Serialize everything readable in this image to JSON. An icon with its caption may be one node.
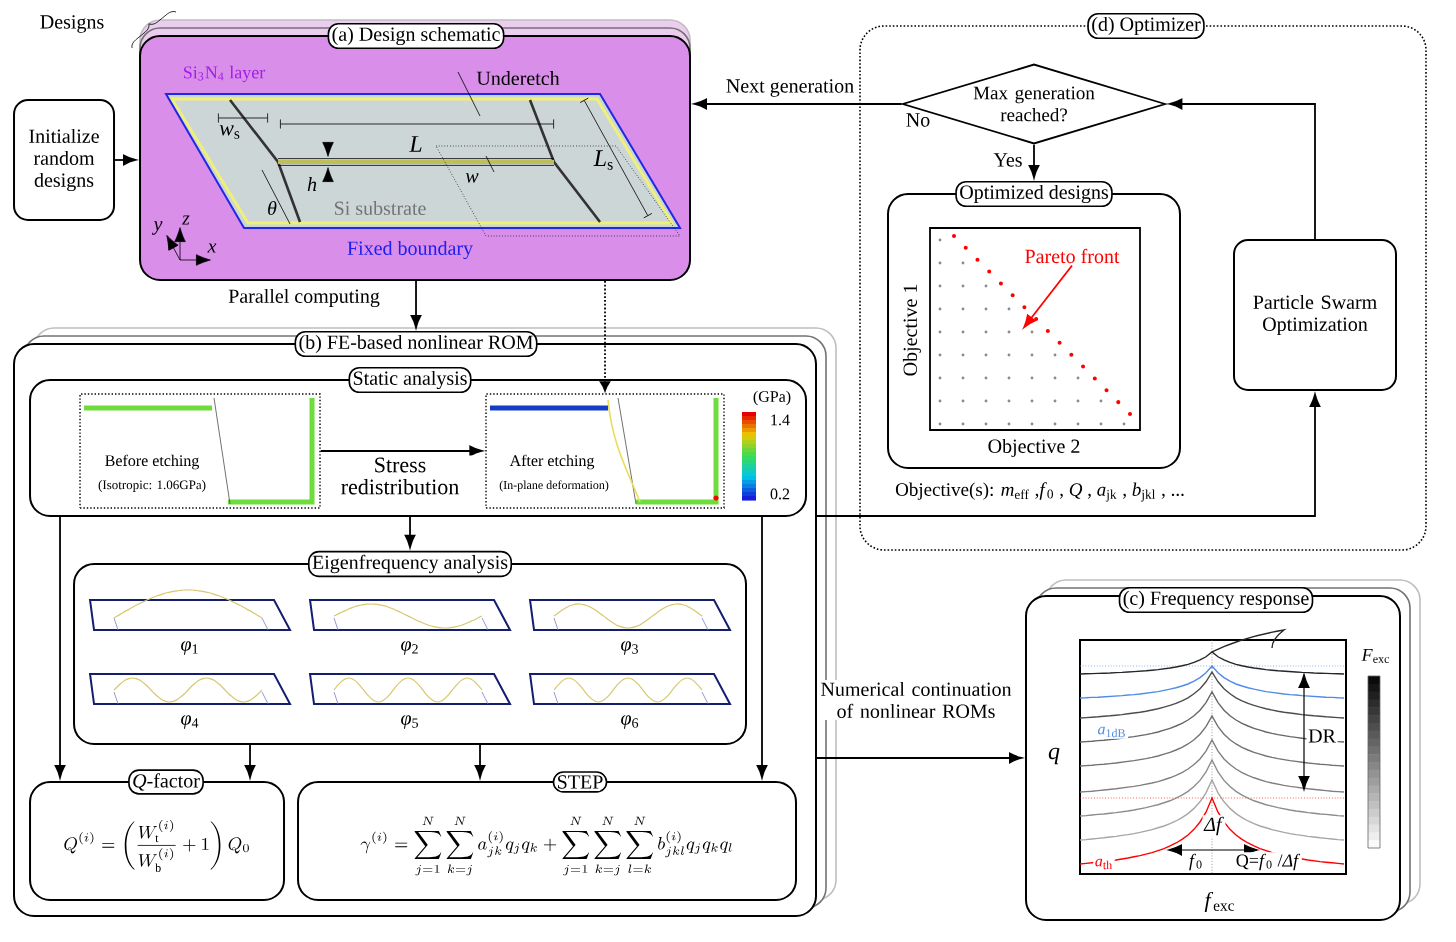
{
  "diagram": {
    "nodes": [
      {
        "text": [
          "(a) Design schematic"
        ]
      },
      {
        "text": [
          "Initialize random designs"
        ]
      },
      {
        "text": [
          "(d) Optimizer"
        ]
      },
      {
        "text": [
          "Max generation reached?"
        ],
        "in": 2
      },
      {
        "text": [
          "Optimized designs",
          "Objective 1",
          "Objective 2"
        ],
        "in": 2
      },
      {
        "text": [
          "Pareto front"
        ],
        "in": 4
      },
      {
        "text": [
          "Particle Swarm Optimization"
        ],
        "in": 2
      },
      {
        "text": [
          "(b) FE-based nonlinear ROM"
        ]
      },
      {
        "text": [
          "Static analysis"
        ],
        "in": 7
      },
      {
        "text": [
          "Before etching",
          "(Isotropic: 1.06GPa)"
        ],
        "in": 8
      },
      {
        "text": [
          "After etching",
          "(In-plane deformation)"
        ],
        "in": 8
      },
      {
        "text": [
          "Eigenfrequency analysis"
        ],
        "in": 7
      },
      {
        "text": [
          "*φ*$_{1}$"
        ],
        "in": 11
      },
      {
        "text": [
          "*φ*$_{2}$"
        ],
        "in": 11
      },
      {
        "text": [
          "*φ*$_{3}$"
        ],
        "in": 11
      },
      {
        "text": [
          "*φ*$_{4}$"
        ],
        "in": 11
      },
      {
        "text": [
          "*φ*$_{5}$"
        ],
        "in": 11
      },
      {
        "text": [
          "*φ*$_{6}$"
        ],
        "in": 11
      },
      {
        "text": [
          "*Q*-factor",
          "Q^{(i)}=\\left(\\frac{W_{\\mathrm{t}}^{(i)}}{W_{\\mathrm{b}}^{(i)}}+1\\right)Q_0"
        ],
        "in": 7
      },
      {
        "text": [
          "STEP",
          "\\gamma^{(i)}=\\sum_{j=1}^{N}\\sum_{k=j}^{N}a_{jk}^{(i)}q_jq_k+\\sum_{j=1}^{N}\\sum_{k=j}^{N}\\sum_{l=k}^{N}b_{jkl}^{(i)}q_jq_kq_l"
        ],
        "in": 7
      },
      {
        "text": [
          "(c) Frequency response"
        ]
      }
    ],
    "edges": [
      {
        "from": 1,
        "to": 0,
        "arrow": "to"
      },
      {
        "from": 3,
        "to": 0,
        "arrow": "to",
        "label": "Next generation"
      },
      {
        "from": 3,
        "to": 4,
        "arrow": "to",
        "label": "Yes"
      },
      {
        "from": 6,
        "to": 3,
        "arrow": "to"
      },
      {
        "from": 0,
        "to": 7,
        "arrow": "to",
        "label": "Parallel computing"
      },
      {
        "from": 0,
        "to": 10,
        "arrow": "to",
        "style": "dashed"
      },
      {
        "from": 9,
        "to": 10,
        "arrow": "to",
        "label": "Stress redistribution"
      },
      {
        "from": 8,
        "to": 11,
        "arrow": "to"
      },
      {
        "from": 8,
        "to": 18,
        "arrow": "to"
      },
      {
        "from": 11,
        "to": 18,
        "arrow": "to"
      },
      {
        "from": 11,
        "to": 19,
        "arrow": "to"
      },
      {
        "from": 8,
        "to": 19,
        "arrow": "to"
      },
      {
        "from": 7,
        "to": 20,
        "arrow": "to",
        "label": "Numerical continuation of nonlinear ROMs"
      },
      {
        "from": 7,
        "to": 6,
        "arrow": "to"
      },
      {
        "from": 5,
        "to": null,
        "arrow": "to",
        "color": "#ff0000"
      }
    ],
    "labels": [
      "Designs",
      "Si$_{3}$N$_{4}$ layer",
      "Underetch",
      "*w*$_{s}$",
      "*L*",
      "*L*$_{s}$",
      "*w*",
      "*h*",
      "*θ*",
      "Si substrate",
      "*y*",
      "*z*",
      "*x*",
      "Fixed boundary",
      "No",
      "Objective(s): *m*$_{eff}$ ,*f*$_{0}$ , *Q* , *a*$_{jk}$ , *b*$_{jkl}$ , ...",
      "(GPa)",
      "1.4",
      "0.2",
      "*F*$_{exc}$",
      "*q*",
      "*a*$_{1dB}$",
      "DR",
      "*Δf*",
      "*f*$_{0}$",
      "Q=*f*$_{0}$ /*Δf*",
      "*a*$_{th}$",
      "*f*$_{exc}$"
    ]
  }
}
